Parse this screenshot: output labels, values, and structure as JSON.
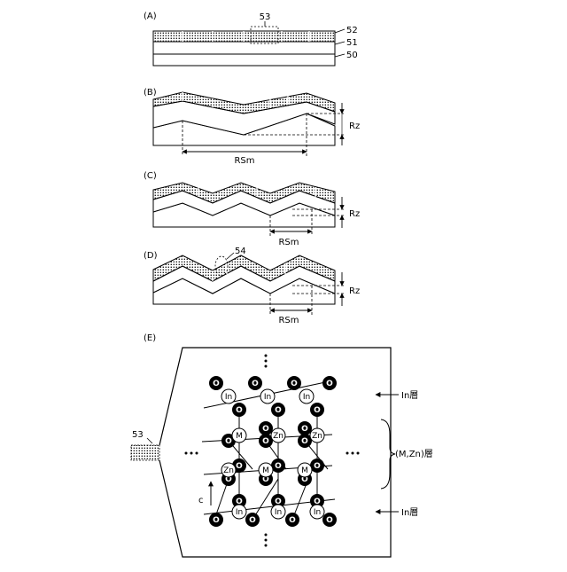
{
  "panels": {
    "a": {
      "label": "(A)",
      "callout": "53",
      "layers": [
        "52",
        "51",
        "50"
      ]
    },
    "b": {
      "label": "(B)",
      "rz": "Rz",
      "rsm": "RSm"
    },
    "c": {
      "label": "(C)",
      "rz": "Rz",
      "rsm": "RSm"
    },
    "d": {
      "label": "(D)",
      "callout": "54",
      "rz": "Rz",
      "rsm": "RSm"
    },
    "e": {
      "label": "(E)",
      "source_callout": "53",
      "layer_top": "In層",
      "layer_middle": "(M,Zn)層",
      "layer_bottom": "In層",
      "axis": "c",
      "atoms": {
        "oxygen": "O",
        "indium": "In",
        "metal": "M",
        "zinc": "Zn"
      },
      "ellipsis": "…"
    }
  }
}
